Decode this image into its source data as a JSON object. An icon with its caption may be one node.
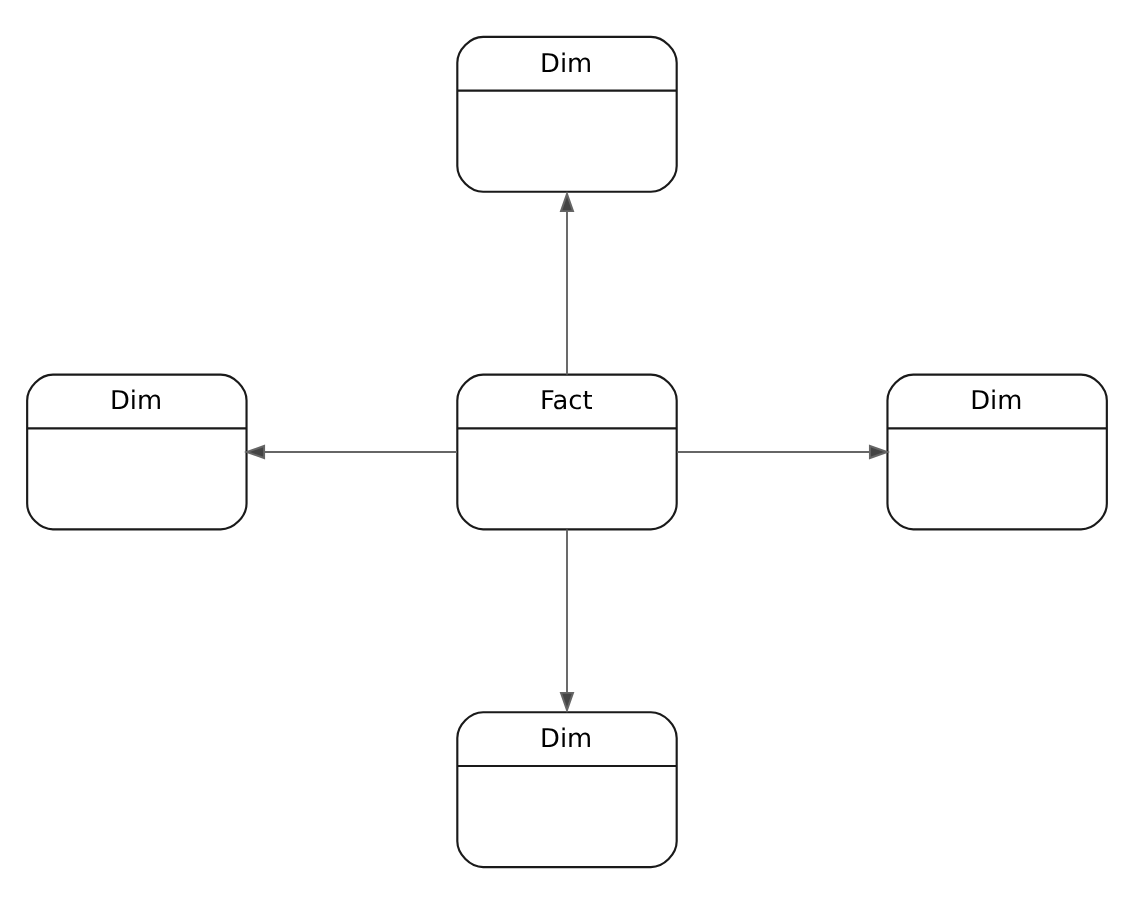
{
  "diagram": {
    "nodes": [
      {
        "text": [
          "Dim"
        ]
      },
      {
        "text": [
          "Dim"
        ]
      },
      {
        "text": [
          "Fact"
        ]
      },
      {
        "text": [
          "Dim"
        ]
      },
      {
        "text": [
          "Dim"
        ]
      }
    ],
    "edges": [
      {
        "from": 2,
        "to": 0,
        "arrow": "to"
      },
      {
        "from": 2,
        "to": 1,
        "arrow": "to"
      },
      {
        "from": 2,
        "to": 3,
        "arrow": "to"
      },
      {
        "from": 2,
        "to": 4,
        "arrow": "to"
      }
    ]
  }
}
